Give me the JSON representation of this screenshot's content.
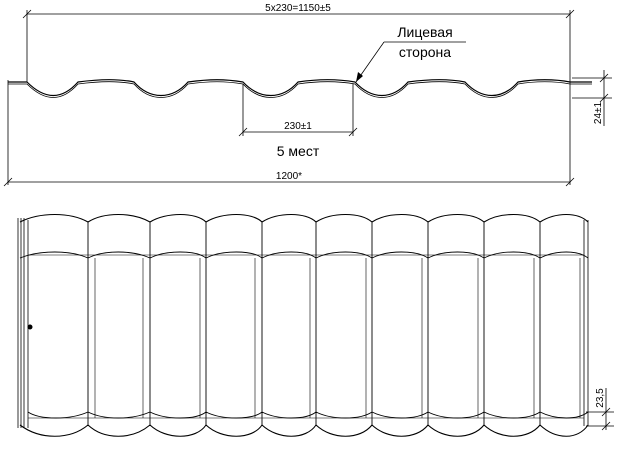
{
  "profile_view": {
    "overall_wave_span_label": "5x230=1150±5",
    "face_side_label_line1": "Лицевая",
    "face_side_label_line2": "сторона",
    "wave_pitch_label": "230±1",
    "wave_count_label": "5 мест",
    "total_width_label": "1200*",
    "profile_height_label": "24±1"
  },
  "plan_view": {
    "step_height_label": "23,5"
  }
}
